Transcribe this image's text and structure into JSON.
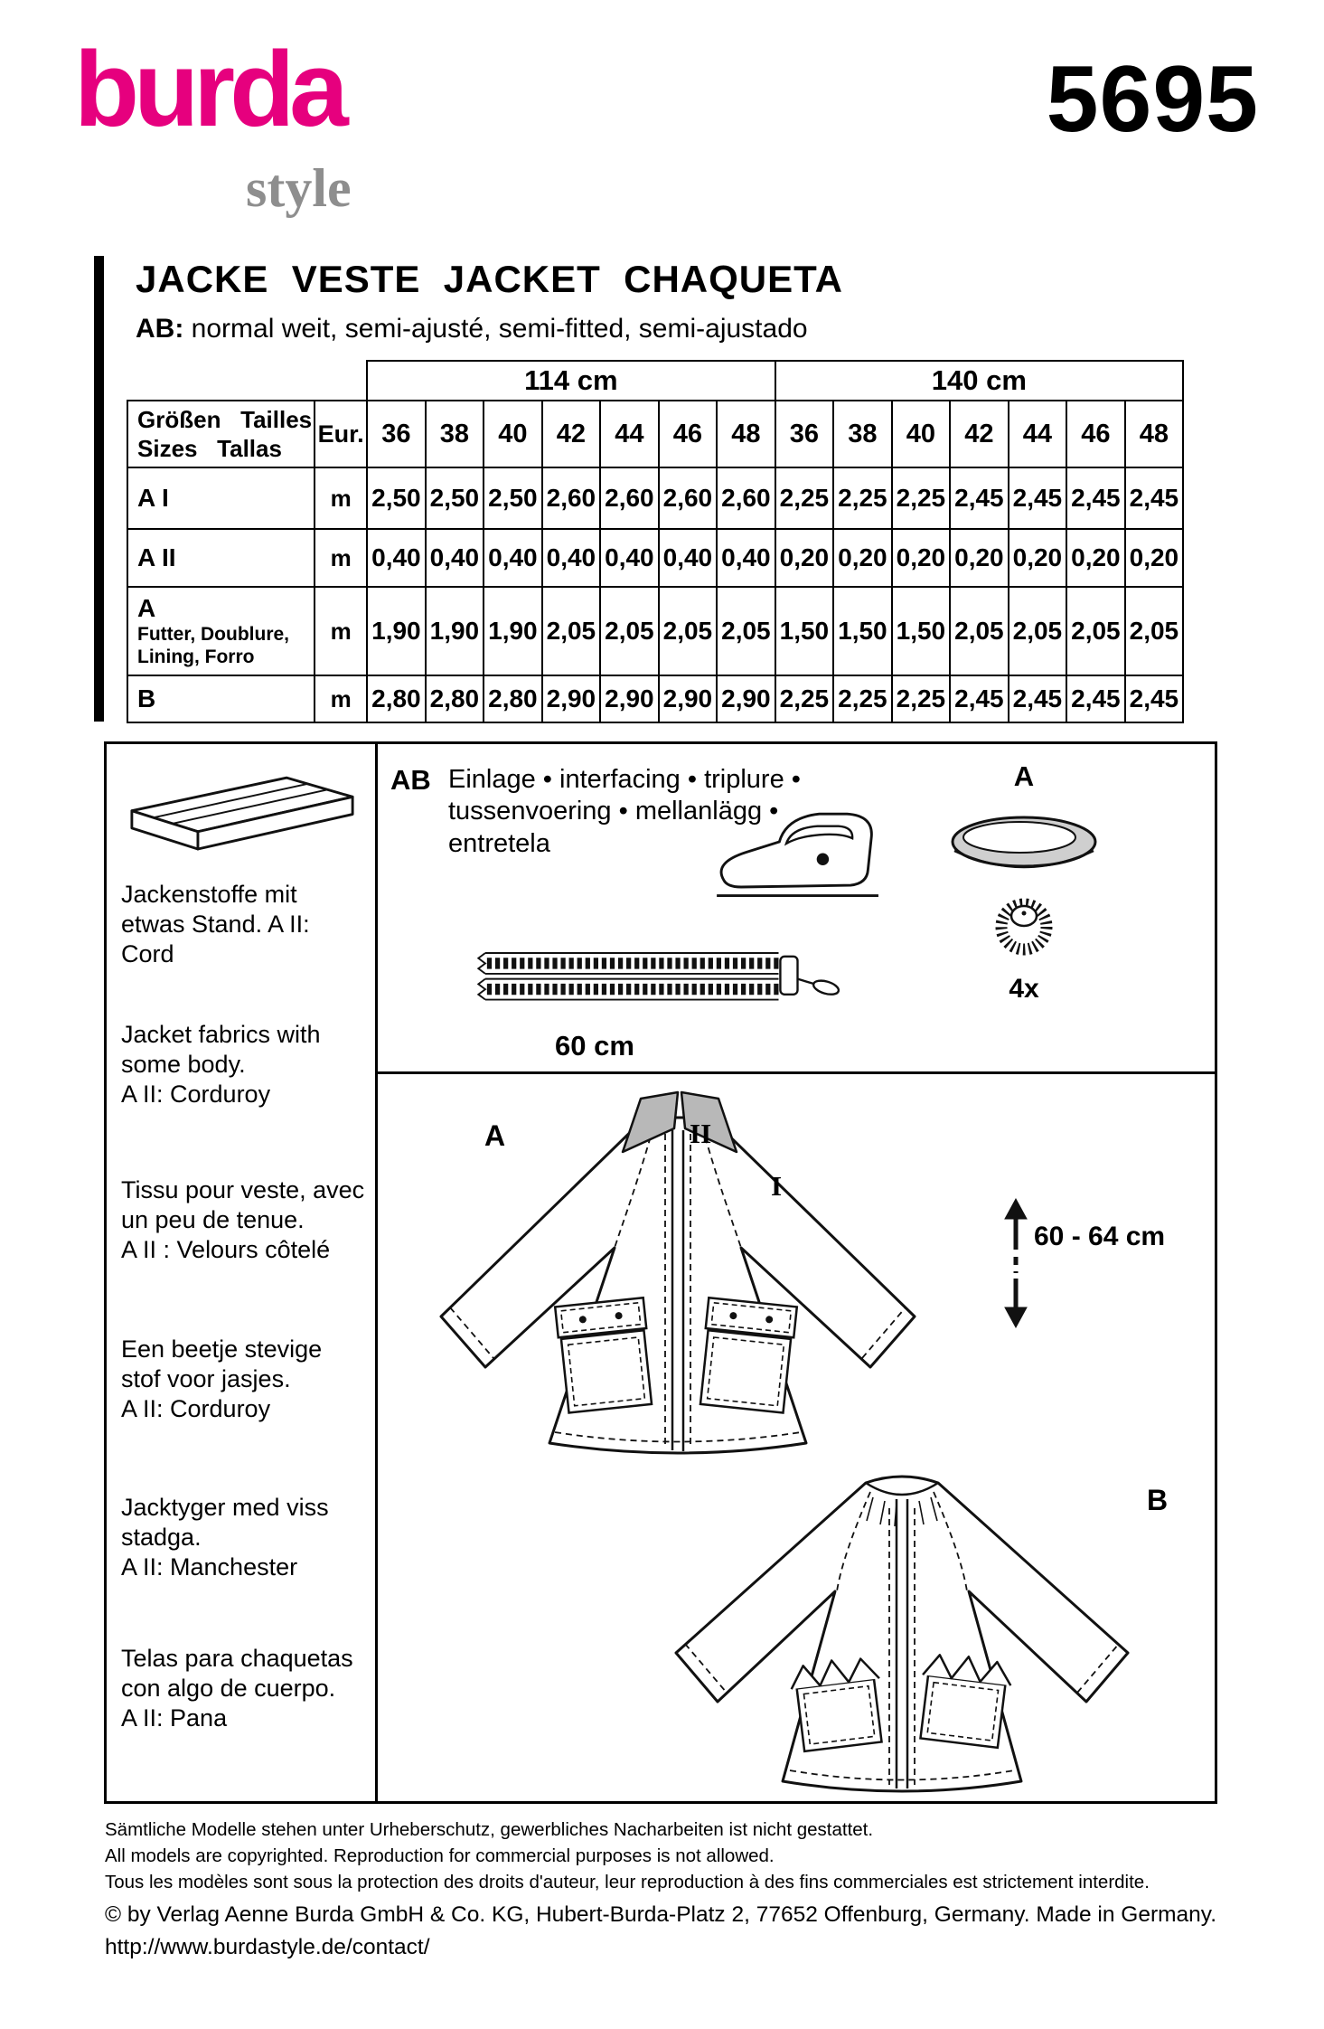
{
  "brand": {
    "logo_main": "burda",
    "logo_sub": "style",
    "pattern_number": "5695",
    "accent_color": "#e6007e",
    "logo_sub_color": "#8e8e8e"
  },
  "title": {
    "garments": "JACKE  VESTE  JACKET  CHAQUETA",
    "fit_label": "AB:",
    "fit_text": " normal weit, semi-ajusté, semi-fitted, semi-ajustado"
  },
  "size_table": {
    "width_headers": [
      "114 cm",
      "140 cm"
    ],
    "size_label_line1": "Größen   Tailles",
    "size_label_line2": "Sizes   Tallas",
    "eur_label": "Eur.",
    "sizes": [
      "36",
      "38",
      "40",
      "42",
      "44",
      "46",
      "48"
    ],
    "rows": [
      {
        "label": "A I",
        "sub": "",
        "unit": "m",
        "w114": [
          "2,50",
          "2,50",
          "2,50",
          "2,60",
          "2,60",
          "2,60",
          "2,60"
        ],
        "w140": [
          "2,25",
          "2,25",
          "2,25",
          "2,45",
          "2,45",
          "2,45",
          "2,45"
        ]
      },
      {
        "label": "A II",
        "sub": "",
        "unit": "m",
        "w114": [
          "0,40",
          "0,40",
          "0,40",
          "0,40",
          "0,40",
          "0,40",
          "0,40"
        ],
        "w140": [
          "0,20",
          "0,20",
          "0,20",
          "0,20",
          "0,20",
          "0,20",
          "0,20"
        ]
      },
      {
        "label": "A",
        "sub": "Futter, Doublure,\nLining, Forro",
        "unit": "m",
        "w114": [
          "1,90",
          "1,90",
          "1,90",
          "2,05",
          "2,05",
          "2,05",
          "2,05"
        ],
        "w140": [
          "1,50",
          "1,50",
          "1,50",
          "2,05",
          "2,05",
          "2,05",
          "2,05"
        ]
      },
      {
        "label": "B",
        "sub": "",
        "unit": "m",
        "w114": [
          "2,80",
          "2,80",
          "2,80",
          "2,90",
          "2,90",
          "2,90",
          "2,90"
        ],
        "w140": [
          "2,25",
          "2,25",
          "2,25",
          "2,45",
          "2,45",
          "2,45",
          "2,45"
        ]
      }
    ]
  },
  "fabric_advice": {
    "items": [
      {
        "text": "Jackenstoffe mit\netwas Stand. A II: Cord"
      },
      {
        "text": "Jacket fabrics with\nsome body.\nA II: Corduroy"
      },
      {
        "text": "Tissu pour veste, avec\nun peu de tenue.\nA II : Velours côtelé"
      },
      {
        "text": "Een beetje stevige\nstof voor jasjes.\nA II: Corduroy"
      },
      {
        "text": "Jacktyger med viss\nstadga.\nA II: Manchester"
      },
      {
        "text": "Telas para chaquetas\ncon algo de cuerpo.\nA II: Pana"
      }
    ]
  },
  "notions": {
    "ab_label": "AB",
    "interfacing": "Einlage • interfacing • triplure •\ntussenvoering • mellanlägg •\nentretela",
    "button_view": "A",
    "button_count": "4x",
    "zipper_length": "60 cm"
  },
  "illustrations": {
    "view_a": "A",
    "collar_numeral": "II",
    "inner_numeral": "I",
    "length_range": "60 - 64 cm",
    "view_b": "B",
    "icons": [
      "fabric-bolt-icon",
      "iron-icon",
      "button-icon",
      "snap-fastener-icon",
      "zipper-icon",
      "length-arrow-icon"
    ]
  },
  "footer": {
    "lines": [
      "Sämtliche Modelle stehen unter Urheberschutz, gewerbliches Nacharbeiten ist nicht gestattet.",
      "All models are copyrighted. Reproduction for commercial purposes is not allowed.",
      "Tous les modèles sont sous la protection des droits d'auteur, leur reproduction à des fins commerciales est strictement interdite."
    ],
    "copyright": "© by Verlag Aenne Burda GmbH & Co. KG, Hubert-Burda-Platz 2, 77652 Offenburg, Germany. Made in Germany.",
    "url": "http://www.burdastyle.de/contact/"
  }
}
